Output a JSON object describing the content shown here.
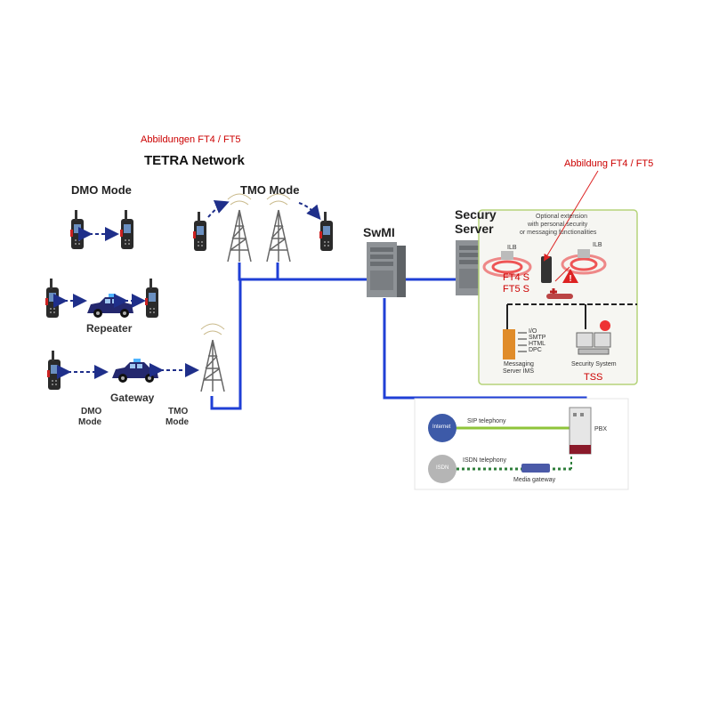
{
  "header": {
    "abbildungen_note": "Abbildungen FT4 / FT5",
    "network_title": "TETRA Network",
    "abbildung_note": "Abbildung FT4 / FT5"
  },
  "modes": {
    "dmo": "DMO Mode",
    "tmo": "TMO Mode",
    "repeater": "Repeater",
    "gateway": "Gateway",
    "dmo_bottom_line1": "DMO",
    "dmo_bottom_line2": "Mode",
    "tmo_bottom_line1": "TMO",
    "tmo_bottom_line2": "Mode"
  },
  "swmi": {
    "label": "SwMI"
  },
  "security_server": {
    "label_line1": "Secury",
    "label_line2": "Server",
    "optional_line1": "Optional extension",
    "optional_line2": "with personal security",
    "optional_line3": "or messaging functionalities",
    "ilb_left": "ILB",
    "ilb_right": "ILB",
    "ft4": "FT4 S",
    "ft5": "FT5 S",
    "protocols": [
      "I/O",
      "SMTP",
      "HTML",
      "DPC"
    ],
    "messaging_line1": "Messaging",
    "messaging_line2": "Server IMS",
    "security_system": "Security System",
    "tss": "TSS"
  },
  "telephony": {
    "internet": "Internet",
    "sip": "SIP telephony",
    "isdn": "ISDN",
    "isdn_telephony": "ISDN telephony",
    "media_gateway": "Media gateway",
    "pbx": "PBX"
  },
  "colors": {
    "link_blue": "#1f3fd6",
    "note_red": "#cc0000",
    "panel_border": "#b5d47a",
    "sip_green": "#8fc43a",
    "isdn_green": "#2e7d3a",
    "pbx_red": "#8a1a2a"
  }
}
